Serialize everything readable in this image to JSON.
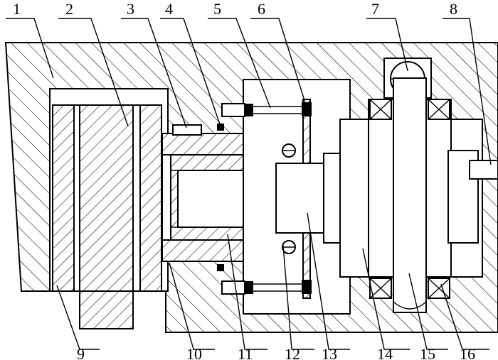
{
  "drawing": {
    "part_numbers": [
      "1",
      "2",
      "3",
      "4",
      "5",
      "6",
      "7",
      "8",
      "9",
      "10",
      "11",
      "12",
      "13",
      "14",
      "15",
      "16"
    ]
  }
}
